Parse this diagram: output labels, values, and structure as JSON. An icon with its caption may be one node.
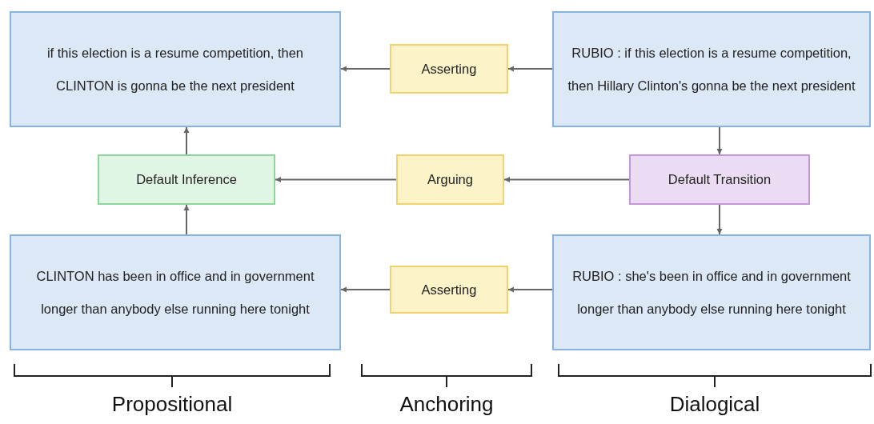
{
  "diagram": {
    "nodes": [
      {
        "text": [
          "if this election is a resume competition, then CLINTON is gonna be the next president"
        ]
      },
      {
        "text": [
          "Asserting"
        ]
      },
      {
        "text": [
          "RUBIO : if this election is a resume competition, then Hillary Clinton's gonna be the next president"
        ]
      },
      {
        "text": [
          "Default Inference"
        ]
      },
      {
        "text": [
          "Arguing"
        ]
      },
      {
        "text": [
          "Default Transition"
        ]
      },
      {
        "text": [
          "CLINTON has been in office and in government longer than anybody else running here tonight"
        ]
      },
      {
        "text": [
          "Asserting"
        ]
      },
      {
        "text": [
          "RUBIO : she's been in office and in government longer than anybody else running here tonight"
        ]
      }
    ],
    "edges": [
      {
        "from": 2,
        "to": 1,
        "arrow": "to"
      },
      {
        "from": 1,
        "to": 0,
        "arrow": "to"
      },
      {
        "from": 2,
        "to": 5,
        "arrow": "to"
      },
      {
        "from": 5,
        "to": 4,
        "arrow": "to"
      },
      {
        "from": 4,
        "to": 3,
        "arrow": "to"
      },
      {
        "from": 3,
        "to": 0,
        "arrow": "to"
      },
      {
        "from": 5,
        "to": 8,
        "arrow": "to"
      },
      {
        "from": 8,
        "to": 7,
        "arrow": "to"
      },
      {
        "from": 7,
        "to": 6,
        "arrow": "to"
      },
      {
        "from": 6,
        "to": 3,
        "arrow": "to"
      }
    ],
    "labels": [
      "Propositional",
      "Anchoring",
      "Dialogical"
    ]
  }
}
